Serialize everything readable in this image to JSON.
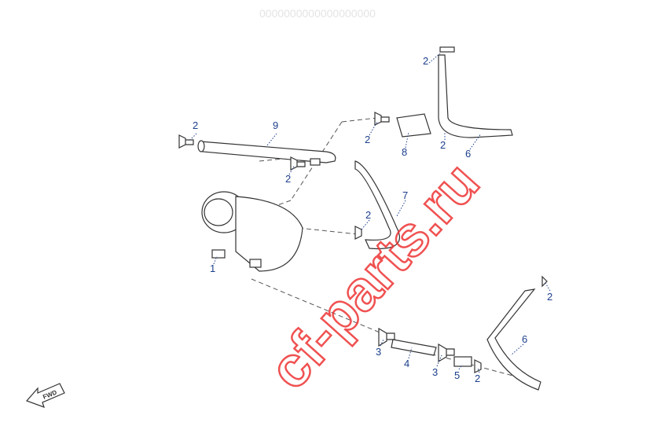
{
  "header": {
    "faint_code": "0000000000000000000"
  },
  "watermark": {
    "text": "cf-parts.ru",
    "color": "#e33333"
  },
  "direction_badge": {
    "text": "FWD"
  },
  "callouts": [
    {
      "id": "c-2-top",
      "label": "2"
    },
    {
      "id": "c-2-a",
      "label": "2"
    },
    {
      "id": "c-9",
      "label": "9"
    },
    {
      "id": "c-2-b",
      "label": "2"
    },
    {
      "id": "c-8",
      "label": "8"
    },
    {
      "id": "c-2-c",
      "label": "2"
    },
    {
      "id": "c-6-top",
      "label": "6"
    },
    {
      "id": "c-2-d",
      "label": "2"
    },
    {
      "id": "c-2-e",
      "label": "2"
    },
    {
      "id": "c-7",
      "label": "7"
    },
    {
      "id": "c-1",
      "label": "1"
    },
    {
      "id": "c-2-right",
      "label": "2"
    },
    {
      "id": "c-6-bottom",
      "label": "6"
    },
    {
      "id": "c-3-a",
      "label": "3"
    },
    {
      "id": "c-4",
      "label": "4"
    },
    {
      "id": "c-3-b",
      "label": "3"
    },
    {
      "id": "c-5",
      "label": "5"
    },
    {
      "id": "c-2-bottom",
      "label": "2"
    }
  ],
  "colors": {
    "callout": "#1c3f8c",
    "line": "#333333"
  }
}
